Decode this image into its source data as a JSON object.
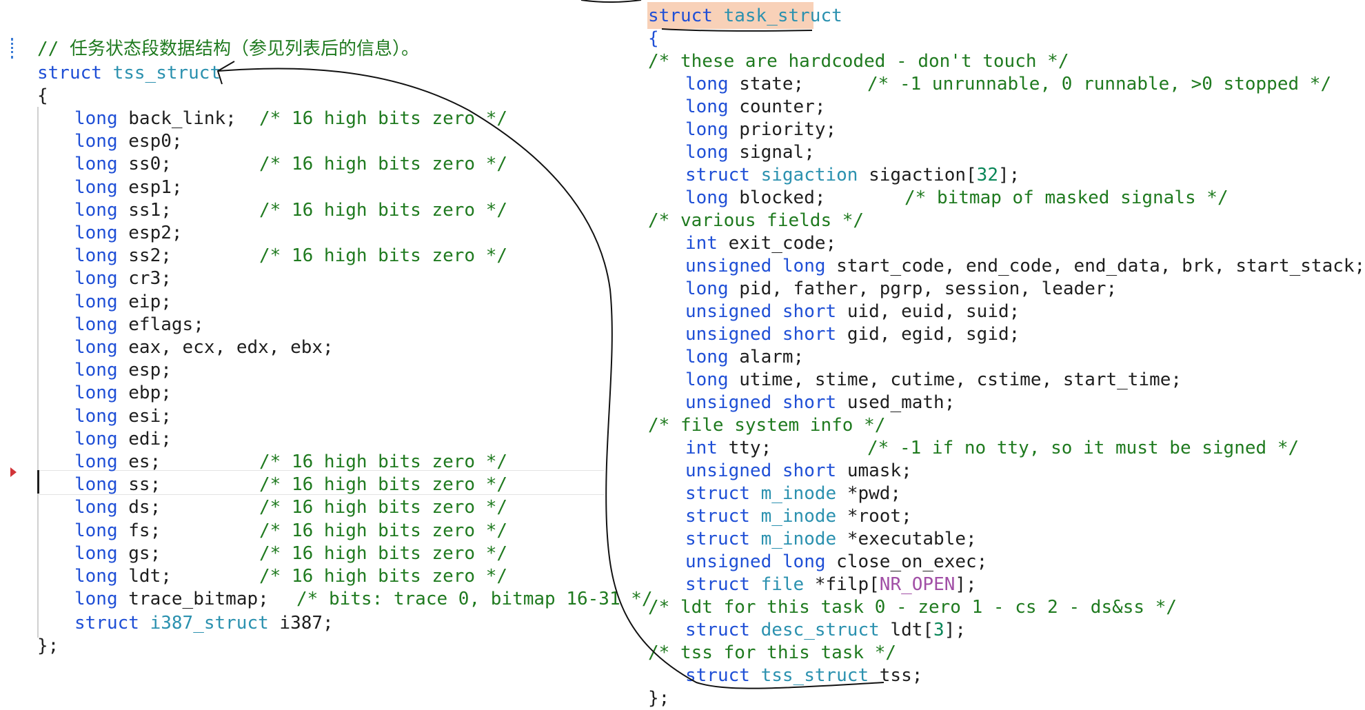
{
  "left": {
    "comment_header": "// 任务状态段数据结构（参见列表后的信息）。",
    "decl_kw": "struct",
    "decl_name": "tss_struct",
    "open_brace": "{",
    "close_brace": "};",
    "lines": [
      {
        "kw": "long",
        "name": "back_link;",
        "comment": "/* 16 high bits zero */"
      },
      {
        "kw": "long",
        "name": "esp0;",
        "comment": ""
      },
      {
        "kw": "long",
        "name": "ss0;",
        "comment": "/* 16 high bits zero */"
      },
      {
        "kw": "long",
        "name": "esp1;",
        "comment": ""
      },
      {
        "kw": "long",
        "name": "ss1;",
        "comment": "/* 16 high bits zero */"
      },
      {
        "kw": "long",
        "name": "esp2;",
        "comment": ""
      },
      {
        "kw": "long",
        "name": "ss2;",
        "comment": "/* 16 high bits zero */"
      },
      {
        "kw": "long",
        "name": "cr3;",
        "comment": ""
      },
      {
        "kw": "long",
        "name": "eip;",
        "comment": ""
      },
      {
        "kw": "long",
        "name": "eflags;",
        "comment": ""
      },
      {
        "kw": "long",
        "name": "eax, ecx, edx, ebx;",
        "comment": ""
      },
      {
        "kw": "long",
        "name": "esp;",
        "comment": ""
      },
      {
        "kw": "long",
        "name": "ebp;",
        "comment": ""
      },
      {
        "kw": "long",
        "name": "esi;",
        "comment": ""
      },
      {
        "kw": "long",
        "name": "edi;",
        "comment": ""
      },
      {
        "kw": "long",
        "name": "es;",
        "comment": "/* 16 high bits zero */"
      },
      {
        "kw": "long",
        "name": "ss;",
        "comment": "/* 16 high bits zero */"
      },
      {
        "kw": "long",
        "name": "ds;",
        "comment": "/* 16 high bits zero */"
      },
      {
        "kw": "long",
        "name": "fs;",
        "comment": "/* 16 high bits zero */"
      },
      {
        "kw": "long",
        "name": "gs;",
        "comment": "/* 16 high bits zero */"
      },
      {
        "kw": "long",
        "name": "ldt;",
        "comment": "/* 16 high bits zero */"
      },
      {
        "kw": "long",
        "name": "trace_bitmap;",
        "comment": "/* bits: trace 0, bitmap 16-31 */"
      }
    ],
    "last_line": {
      "kw": "struct",
      "type": "i387_struct",
      "name": "i387;"
    }
  },
  "right": {
    "decl_kw": "struct",
    "decl_name": "task_struct",
    "open_brace": "{",
    "close_brace": "};",
    "c1": "/* these are hardcoded - don't touch */",
    "state_kw": "long",
    "state_name": "state;",
    "state_cmt": "/* -1 unrunnable, 0 runnable, >0 stopped */",
    "counter_kw": "long",
    "counter_name": "counter;",
    "priority_kw": "long",
    "priority_name": "priority;",
    "signal_kw": "long",
    "signal_name": "signal;",
    "sigaction_kw": "struct",
    "sigaction_type": "sigaction",
    "sigaction_name": "sigaction",
    "sigaction_lb": "[",
    "sigaction_num": "32",
    "sigaction_rb": "];",
    "blocked_kw": "long",
    "blocked_name": "blocked;",
    "blocked_cmt": "/* bitmap of masked signals */",
    "c2": "/* various fields */",
    "exit_kw": "int",
    "exit_name": "exit_code;",
    "start_kw1": "unsigned",
    "start_kw2": "long",
    "start_name": "start_code, end_code, end_data, brk, start_stack;",
    "pid_kw": "long",
    "pid_name": "pid, father, pgrp, session, leader;",
    "uid_kw1": "unsigned",
    "uid_kw2": "short",
    "uid_name": "uid, euid, suid;",
    "gid_kw1": "unsigned",
    "gid_kw2": "short",
    "gid_name": "gid, egid, sgid;",
    "alarm_kw": "long",
    "alarm_name": "alarm;",
    "utime_kw": "long",
    "utime_name": "utime, stime, cutime, cstime, start_time;",
    "math_kw1": "unsigned",
    "math_kw2": "short",
    "math_name": "used_math;",
    "c3": "/* file system info */",
    "tty_kw": "int",
    "tty_name": "tty;",
    "tty_cmt": "/* -1 if no tty, so it must be signed */",
    "umask_kw1": "unsigned",
    "umask_kw2": "short",
    "umask_name": "umask;",
    "pwd_kw": "struct",
    "pwd_type": "m_inode",
    "pwd_name": "*pwd;",
    "root_kw": "struct",
    "root_type": "m_inode",
    "root_name": "*root;",
    "exe_kw": "struct",
    "exe_type": "m_inode",
    "exe_name": "*executable;",
    "coe_kw1": "unsigned",
    "coe_kw2": "long",
    "coe_name": "close_on_exec;",
    "filp_kw": "struct",
    "filp_type": "file",
    "filp_name": "*filp",
    "filp_lb": "[",
    "filp_macro": "NR_OPEN",
    "filp_rb": "];",
    "c4": "/* ldt for this task 0 - zero 1 - cs 2 - ds&ss */",
    "ldt_kw": "struct",
    "ldt_type": "desc_struct",
    "ldt_name": "ldt",
    "ldt_lb": "[",
    "ldt_num": "3",
    "ldt_rb": "];",
    "c5": "/* tss for this task */",
    "tss_kw": "struct",
    "tss_type": "tss_struct",
    "tss_name": "tss;"
  }
}
